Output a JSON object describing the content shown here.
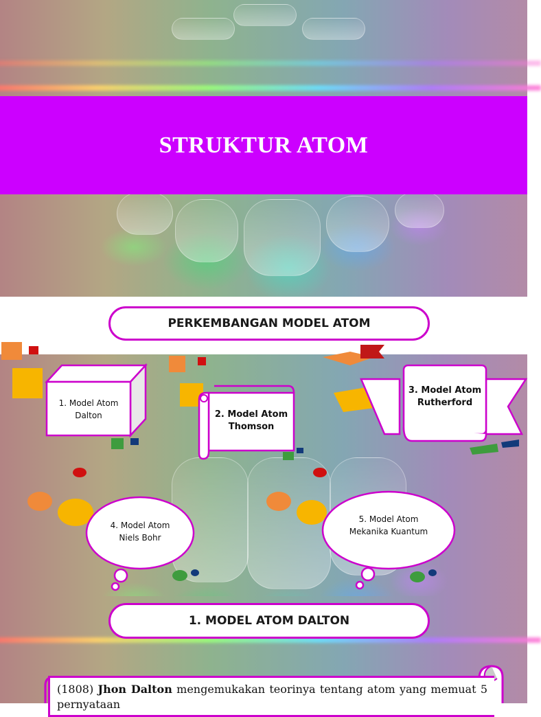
{
  "slide1": {
    "title": "STRUKTUR ATOM",
    "band_color": "#cc00ff"
  },
  "slide2": {
    "heading": "PERKEMBANGAN MODEL ATOM",
    "nodes": [
      {
        "label_line1": "1. Model Atom",
        "label_line2": "Dalton",
        "shape": "3d-box"
      },
      {
        "label_line1": "2. Model Atom",
        "label_line2": "Thomson",
        "shape": "vertical-scroll"
      },
      {
        "label_line1": "3. Model Atom",
        "label_line2": "Rutherford",
        "shape": "ribbon-banner"
      },
      {
        "label_line1": "4. Model Atom",
        "label_line2": "Niels Bohr",
        "shape": "thought-cloud"
      },
      {
        "label_line1": "5. Model Atom",
        "label_line2": "Mekanika Kuantum",
        "shape": "thought-cloud"
      }
    ],
    "accent_color": "#cc00cc"
  },
  "slide3": {
    "heading": "1. MODEL ATOM DALTON",
    "paragraph_year": "(1808)",
    "paragraph_name": "Jhon Dalton",
    "paragraph_rest": "mengemukakan teorinya tentang atom yang",
    "paragraph_line2": "memuat 5 pernyataan"
  }
}
